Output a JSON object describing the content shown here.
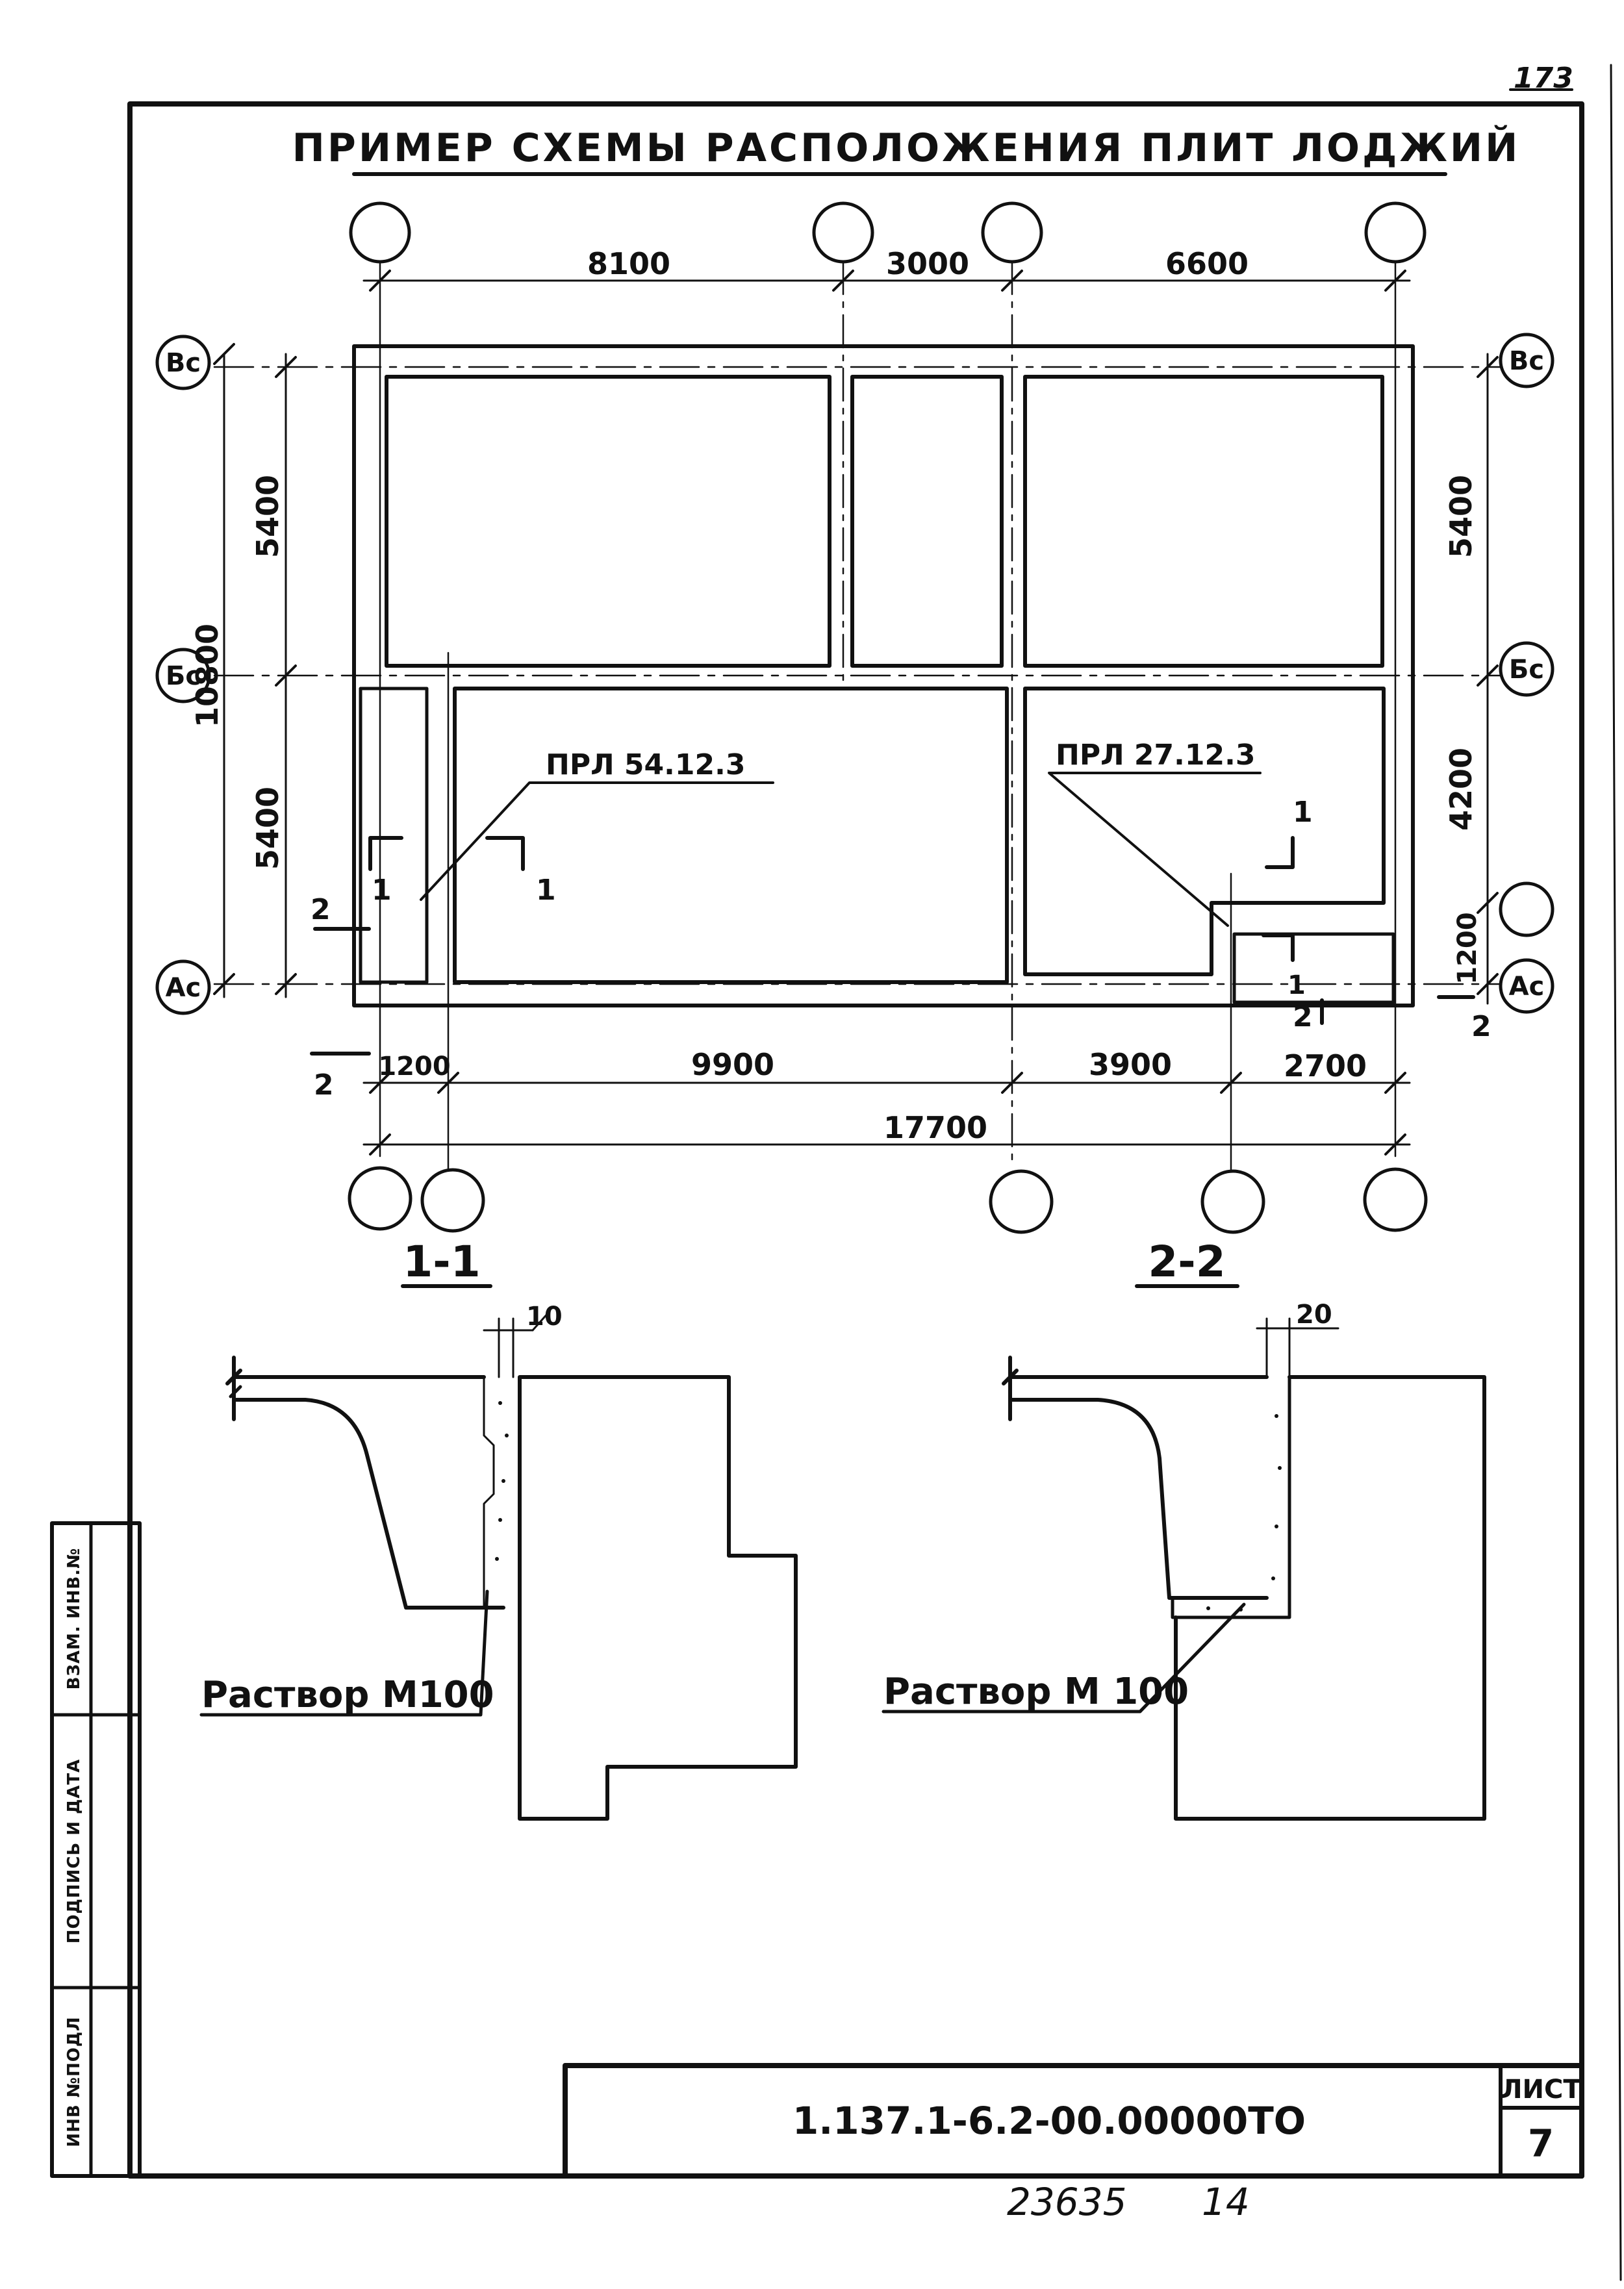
{
  "page_number": "173",
  "title": "ПРИМЕР СХЕМЫ РАСПОЛОЖЕНИЯ ПЛИТ ЛОДЖИЙ",
  "plan": {
    "top_dims": [
      "8100",
      "3000",
      "6600"
    ],
    "bottom_dims": [
      "1200",
      "9900",
      "3900",
      "2700"
    ],
    "overall_dim": "17700",
    "left_dims": {
      "total": "10800",
      "upper": "5400",
      "lower": "5400"
    },
    "right_dims": [
      "5400",
      "4200",
      "1200"
    ],
    "axes": [
      "Вс",
      "Бс",
      "Ас"
    ],
    "slab_marks": [
      "ПРЛ 54.12.3",
      "ПРЛ 27.12.3"
    ],
    "section_marks": [
      "1",
      "2"
    ]
  },
  "sections": [
    {
      "label": "1-1",
      "gap": "10",
      "note": "Раствор М100"
    },
    {
      "label": "2-2",
      "gap": "20",
      "note": "Раствор М 100"
    }
  ],
  "side_stamp": [
    "ИНВ №ПОДЛ",
    "ПОДПИСЬ И ДАТА",
    "ВЗАМ. ИНВ.№"
  ],
  "title_block": {
    "code": "1.137.1-6.2-00.00000ТО",
    "sheet_label": "ЛИСТ",
    "sheet_no": "7"
  },
  "handwritten": {
    "number": "23635",
    "copy": "14"
  }
}
